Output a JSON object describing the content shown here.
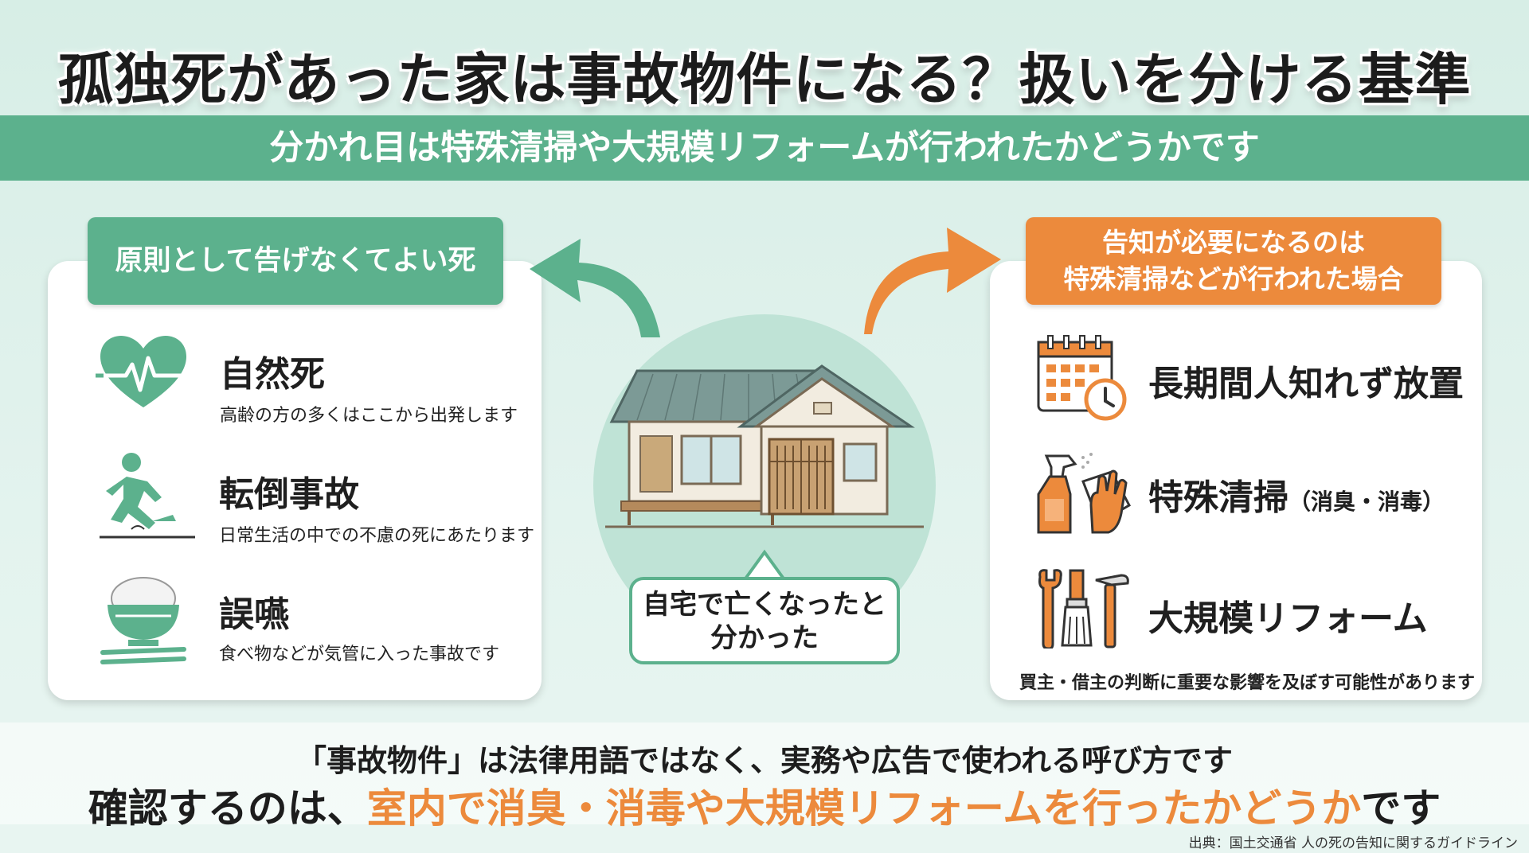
{
  "title": "孤独死があった家は事故物件になる？扱いを分ける基準",
  "subtitle": "分かれ目は特殊清掃や大規模リフォームが行われたかどうかです",
  "left_panel": {
    "tag": "原則として告げなくてよい死",
    "items": [
      {
        "icon": "heartbeat-icon",
        "heading": "自然死",
        "desc": "高齢の方の多くはここから出発します"
      },
      {
        "icon": "falling-person-icon",
        "heading": "転倒事故",
        "desc": "日常生活の中での不慮の死にあたります"
      },
      {
        "icon": "rice-bowl-icon",
        "heading": "誤嚥",
        "desc": "食べ物などが気管に入った事故です"
      }
    ]
  },
  "center": {
    "bubble_line1": "自宅で亡くなったと",
    "bubble_line2": "分かった"
  },
  "right_panel": {
    "tag_line1": "告知が必要になるのは",
    "tag_line2": "特殊清掃などが行われた場合",
    "items": [
      {
        "icon": "calendar-clock-icon",
        "heading": "長期間人知れず放置",
        "sub": ""
      },
      {
        "icon": "cleaning-spray-icon",
        "heading": "特殊清掃",
        "sub": "（消臭・消毒）"
      },
      {
        "icon": "tools-icon",
        "heading": "大規模リフォーム",
        "sub": ""
      }
    ],
    "note": "買主・借主の判断に重要な影響を及ぼす可能性があります"
  },
  "bottom": {
    "line1": "「事故物件」は法律用語ではなく、実務や広告で使われる呼び方です",
    "line2_pre": "確認するのは、",
    "line2_highlight": "室内で消臭・消毒や大規模リフォームを行ったかどうか",
    "line2_post": "です"
  },
  "source": "出典：国土交通省 人の死の告知に関するガイドライン",
  "colors": {
    "green": "#5cb18d",
    "orange": "#ec8a3c"
  }
}
